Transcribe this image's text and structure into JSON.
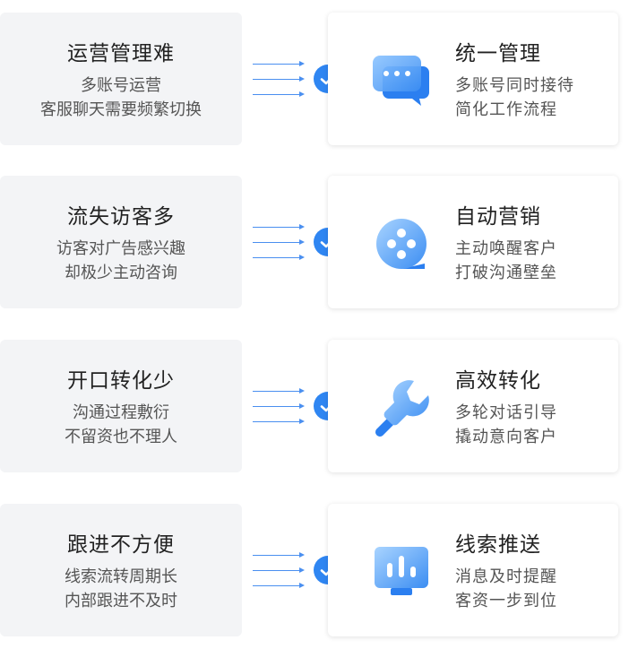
{
  "accent": "#2f86f2",
  "rows": [
    {
      "problem": {
        "title": "运营管理难",
        "lines": [
          "多账号运营",
          "客服聊天需要频繁切换"
        ]
      },
      "solution": {
        "title": "统一管理",
        "lines": [
          "多账号同时接待",
          "简化工作流程"
        ],
        "icon": "chat-bubbles-icon"
      }
    },
    {
      "problem": {
        "title": "流失访客多",
        "lines": [
          "访客对广告感兴趣",
          "却极少主动咨询"
        ]
      },
      "solution": {
        "title": "自动营销",
        "lines": [
          "主动唤醒客户",
          "打破沟通壁垒"
        ],
        "icon": "message-dots-icon"
      }
    },
    {
      "problem": {
        "title": "开口转化少",
        "lines": [
          "沟通过程敷衍",
          "不留资也不理人"
        ]
      },
      "solution": {
        "title": "高效转化",
        "lines": [
          "多轮对话引导",
          "撬动意向客户"
        ],
        "icon": "wrench-icon"
      }
    },
    {
      "problem": {
        "title": "跟进不方便",
        "lines": [
          "线索流转周期长",
          "内部跟进不及时"
        ]
      },
      "solution": {
        "title": "线索推送",
        "lines": [
          "消息及时提醒",
          "客资一步到位"
        ],
        "icon": "monitor-chart-icon"
      }
    }
  ]
}
